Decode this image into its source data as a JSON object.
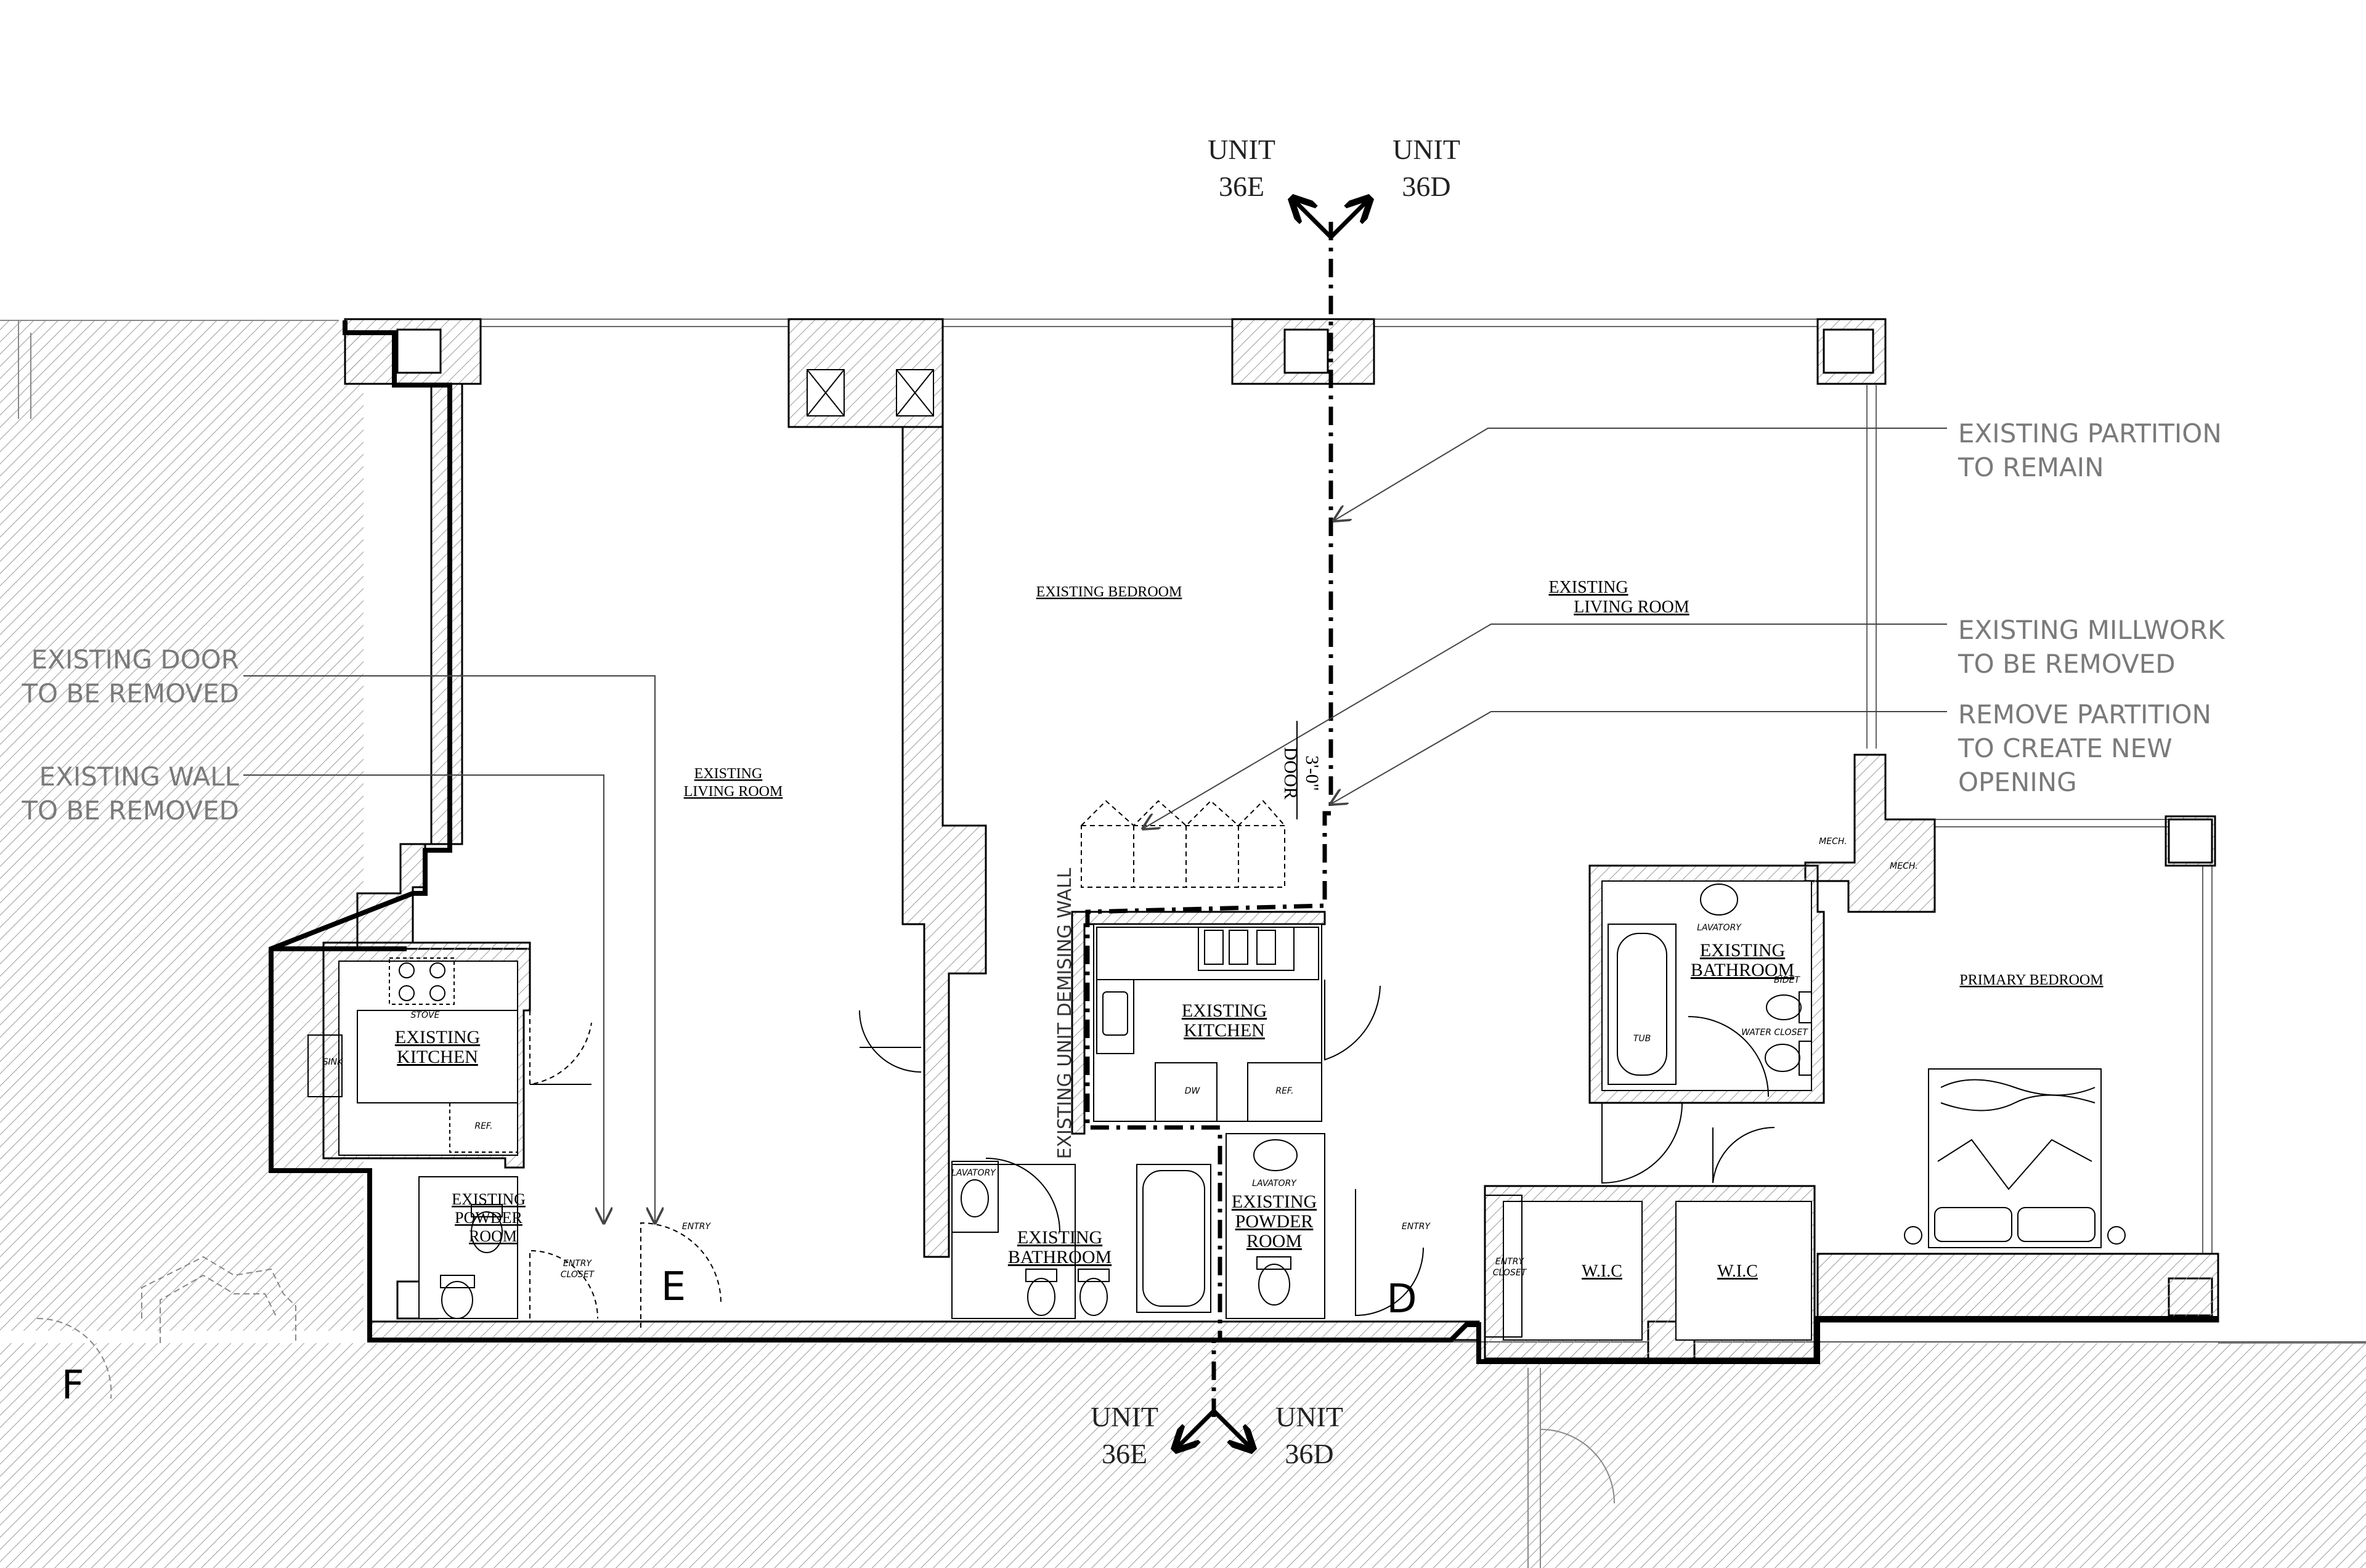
{
  "notes": {
    "existing_partition": [
      "EXISTING PARTITION",
      "TO REMAIN"
    ],
    "existing_millwork": [
      "EXISTING MILLWORK",
      "TO BE REMOVED"
    ],
    "remove_partition": [
      "REMOVE PARTITION",
      "TO CREATE NEW",
      "OPENING"
    ],
    "existing_door": [
      "EXISTING DOOR",
      "TO BE REMOVED"
    ],
    "existing_wall": [
      "EXISTING WALL",
      "TO BE REMOVED"
    ]
  },
  "unit_markers": {
    "top_left": [
      "UNIT",
      "36E"
    ],
    "top_right": [
      "UNIT",
      "36D"
    ],
    "bottom_left": [
      "UNIT",
      "36E"
    ],
    "bottom_right": [
      "UNIT",
      "36D"
    ]
  },
  "rooms": {
    "existing_bedroom": [
      "EXISTING BEDROOM"
    ],
    "living_room_right": [
      "EXISTING",
      "LIVING ROOM"
    ],
    "living_room_left": [
      "EXISTING",
      "LIVING ROOM"
    ],
    "kitchen_left": [
      "EXISTING",
      "KITCHEN"
    ],
    "kitchen_center": [
      "EXISTING",
      "KITCHEN"
    ],
    "powder_left": [
      "EXISTING",
      "POWDER",
      "ROOM"
    ],
    "powder_center": [
      "EXISTING",
      "POWDER",
      "ROOM"
    ],
    "bathroom_center": [
      "EXISTING",
      "BATHROOM"
    ],
    "bathroom_right": [
      "EXISTING",
      "BATHROOM"
    ],
    "primary_bedroom": [
      "PRIMARY BEDROOM"
    ],
    "wic_left": [
      "W.I.C"
    ],
    "wic_right": [
      "W.I.C"
    ]
  },
  "small_labels": {
    "stove": "STOVE",
    "sink": "SINK",
    "ref_left": "REF.",
    "ref_center": "REF.",
    "dw": "DW",
    "lavatory_center": "LAVATORY",
    "lavatory_right": "LAVATORY",
    "bidet": "BIDET",
    "water_closet": "WATER CLOSET",
    "tub": "TUB",
    "mech_1": "MECH.",
    "mech_2": "MECH.",
    "entry_left": "ENTRY",
    "entry_right": "ENTRY",
    "entry_closet_left": [
      "ENTRY",
      "CLOSET"
    ],
    "entry_closet_right": [
      "ENTRY",
      "CLOSET"
    ]
  },
  "door_dimension": [
    "3'-0\"",
    "DOOR"
  ],
  "demising_wall": "EXISTING UNIT DEMISING WALL",
  "entry_letters": {
    "e": "E",
    "d": "D",
    "f": "F"
  }
}
